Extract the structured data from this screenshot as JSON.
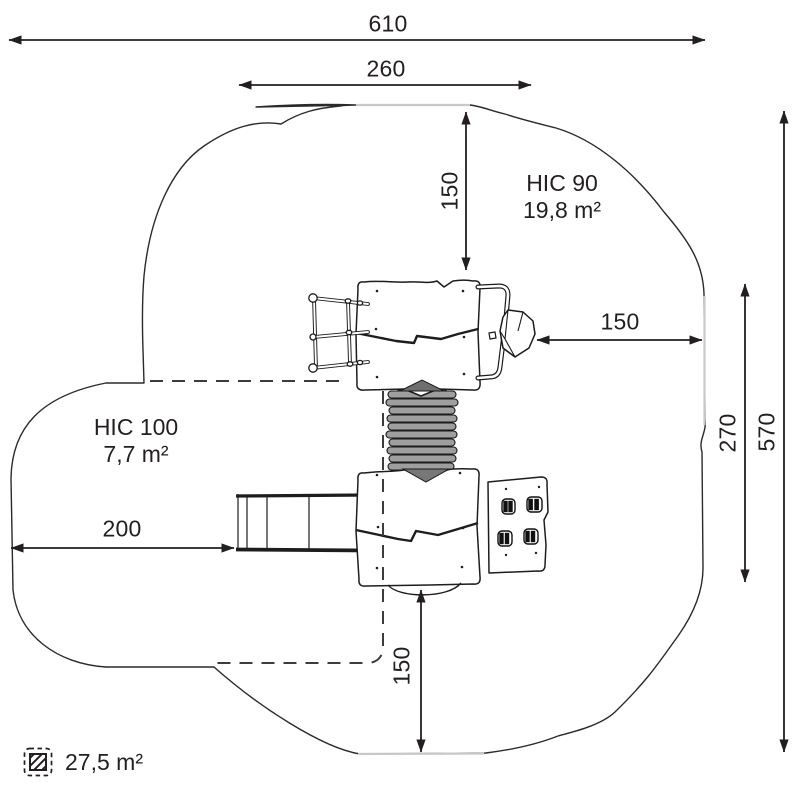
{
  "drawing": {
    "type": "playground-safety-area-plan"
  },
  "zones": {
    "hic90": {
      "label": "HIC 90",
      "area": "19,8 m²"
    },
    "hic100": {
      "label": "HIC 100",
      "area": "7,7 m²"
    }
  },
  "dimensions": {
    "total_width": "610",
    "upper_span": "260",
    "clearance_top": "150",
    "clearance_right": "150",
    "inner_height": "270",
    "total_height": "570",
    "clearance_left": "200",
    "clearance_bottom": "150"
  },
  "legend": {
    "total_safety_area": "27,5 m²"
  },
  "icons": {
    "area_swatch": "hatched-square-icon"
  },
  "colors": {
    "line": "#231f20",
    "ramp_gray": "#9e9e9e",
    "connector_gray": "#777777",
    "reference_gray": "#c8c8c8"
  }
}
